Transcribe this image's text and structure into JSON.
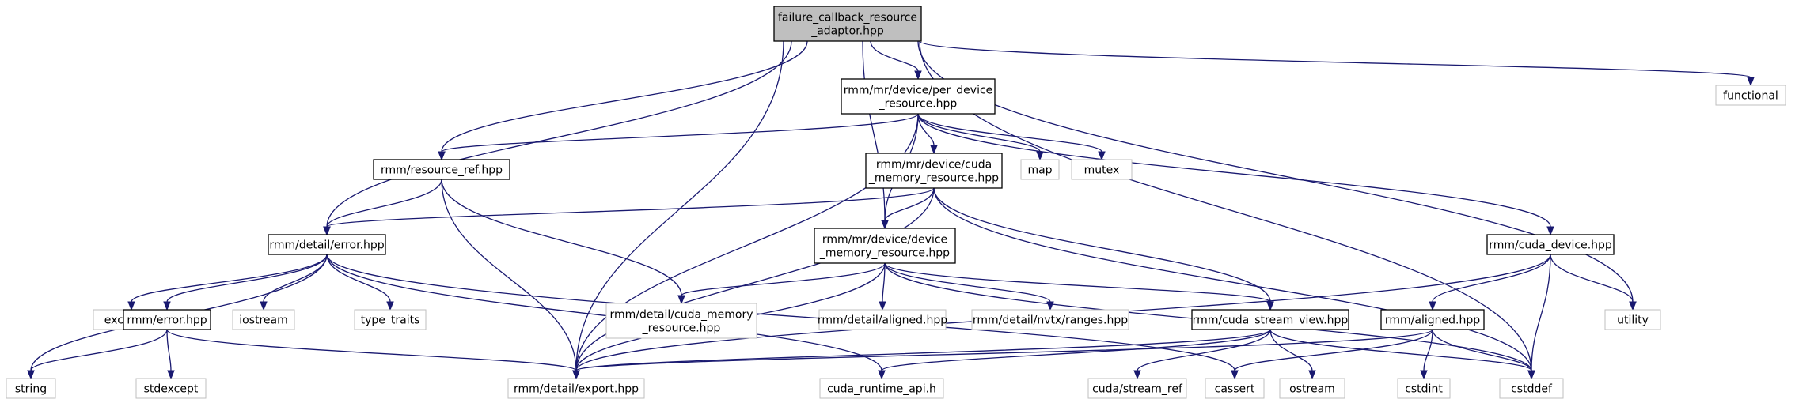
{
  "diagram_type": "include-dependency-graph",
  "colors": {
    "edge": "#191970",
    "root_fill": "#bfbfbf",
    "local_border": "#000000",
    "system_border": "#bfbfbf",
    "background": "#ffffff"
  },
  "nodes": [
    {
      "id": "root",
      "kind": "root",
      "lines": [
        "failure_callback_resource",
        "_adaptor.hpp"
      ]
    },
    {
      "id": "functional",
      "kind": "system",
      "lines": [
        "functional"
      ]
    },
    {
      "id": "per_device",
      "kind": "local",
      "lines": [
        "rmm/mr/device/per_device",
        "_resource.hpp"
      ]
    },
    {
      "id": "resource_ref",
      "kind": "local",
      "lines": [
        "rmm/resource_ref.hpp"
      ]
    },
    {
      "id": "map",
      "kind": "system",
      "lines": [
        "map"
      ]
    },
    {
      "id": "mutex",
      "kind": "system",
      "lines": [
        "mutex"
      ]
    },
    {
      "id": "cuda_mr",
      "kind": "local",
      "lines": [
        "rmm/mr/device/cuda",
        "_memory_resource.hpp"
      ]
    },
    {
      "id": "detail_error",
      "kind": "local",
      "lines": [
        "rmm/detail/error.hpp"
      ]
    },
    {
      "id": "device_mr",
      "kind": "local",
      "lines": [
        "rmm/mr/device/device",
        "_memory_resource.hpp"
      ]
    },
    {
      "id": "cuda_device",
      "kind": "local",
      "lines": [
        "rmm/cuda_device.hpp"
      ]
    },
    {
      "id": "exception",
      "kind": "system",
      "lines": [
        "exception"
      ]
    },
    {
      "id": "rmm_error",
      "kind": "local",
      "lines": [
        "rmm/error.hpp"
      ]
    },
    {
      "id": "iostream",
      "kind": "system",
      "lines": [
        "iostream"
      ]
    },
    {
      "id": "type_traits",
      "kind": "system",
      "lines": [
        "type_traits"
      ]
    },
    {
      "id": "detail_cuda_mr",
      "kind": "system",
      "lines": [
        "rmm/detail/cuda_memory",
        "_resource.hpp"
      ]
    },
    {
      "id": "detail_aligned",
      "kind": "system",
      "lines": [
        "rmm/detail/aligned.hpp"
      ]
    },
    {
      "id": "nvtx_ranges",
      "kind": "system",
      "lines": [
        "rmm/detail/nvtx/ranges.hpp"
      ]
    },
    {
      "id": "stream_view",
      "kind": "local",
      "lines": [
        "rmm/cuda_stream_view.hpp"
      ]
    },
    {
      "id": "aligned",
      "kind": "local",
      "lines": [
        "rmm/aligned.hpp"
      ]
    },
    {
      "id": "utility",
      "kind": "system",
      "lines": [
        "utility"
      ]
    },
    {
      "id": "string",
      "kind": "system",
      "lines": [
        "string"
      ]
    },
    {
      "id": "stdexcept",
      "kind": "system",
      "lines": [
        "stdexcept"
      ]
    },
    {
      "id": "export",
      "kind": "system",
      "lines": [
        "rmm/detail/export.hpp"
      ]
    },
    {
      "id": "cuda_runtime",
      "kind": "system",
      "lines": [
        "cuda_runtime_api.h"
      ]
    },
    {
      "id": "stream_ref",
      "kind": "system",
      "lines": [
        "cuda/stream_ref"
      ]
    },
    {
      "id": "cassert",
      "kind": "system",
      "lines": [
        "cassert"
      ]
    },
    {
      "id": "ostream",
      "kind": "system",
      "lines": [
        "ostream"
      ]
    },
    {
      "id": "cstdint",
      "kind": "system",
      "lines": [
        "cstdint"
      ]
    },
    {
      "id": "cstddef",
      "kind": "system",
      "lines": [
        "cstddef"
      ]
    }
  ],
  "edges": [
    [
      "root",
      "per_device"
    ],
    [
      "root",
      "resource_ref"
    ],
    [
      "root",
      "detail_error"
    ],
    [
      "root",
      "device_mr"
    ],
    [
      "root",
      "functional"
    ],
    [
      "root",
      "utility"
    ],
    [
      "root",
      "cstddef"
    ],
    [
      "root",
      "export"
    ],
    [
      "per_device",
      "resource_ref"
    ],
    [
      "per_device",
      "map"
    ],
    [
      "per_device",
      "mutex"
    ],
    [
      "per_device",
      "cuda_mr"
    ],
    [
      "per_device",
      "device_mr"
    ],
    [
      "per_device",
      "cuda_device"
    ],
    [
      "per_device",
      "export"
    ],
    [
      "resource_ref",
      "detail_error"
    ],
    [
      "resource_ref",
      "detail_cuda_mr"
    ],
    [
      "resource_ref",
      "export"
    ],
    [
      "cuda_mr",
      "detail_error"
    ],
    [
      "cuda_mr",
      "device_mr"
    ],
    [
      "cuda_mr",
      "stream_view"
    ],
    [
      "cuda_mr",
      "cstddef"
    ],
    [
      "cuda_mr",
      "export"
    ],
    [
      "detail_error",
      "exception"
    ],
    [
      "detail_error",
      "rmm_error"
    ],
    [
      "detail_error",
      "iostream"
    ],
    [
      "detail_error",
      "type_traits"
    ],
    [
      "detail_error",
      "string"
    ],
    [
      "detail_error",
      "cassert"
    ],
    [
      "detail_error",
      "cuda_runtime"
    ],
    [
      "device_mr",
      "detail_cuda_mr"
    ],
    [
      "device_mr",
      "detail_aligned"
    ],
    [
      "device_mr",
      "nvtx_ranges"
    ],
    [
      "device_mr",
      "stream_view"
    ],
    [
      "device_mr",
      "export"
    ],
    [
      "device_mr",
      "cstddef"
    ],
    [
      "cuda_device",
      "aligned"
    ],
    [
      "cuda_device",
      "utility"
    ],
    [
      "cuda_device",
      "cstddef"
    ],
    [
      "cuda_device",
      "export"
    ],
    [
      "rmm_error",
      "string"
    ],
    [
      "rmm_error",
      "stdexcept"
    ],
    [
      "rmm_error",
      "export"
    ],
    [
      "stream_view",
      "stream_ref"
    ],
    [
      "stream_view",
      "ostream"
    ],
    [
      "stream_view",
      "cuda_runtime"
    ],
    [
      "stream_view",
      "cstddef"
    ],
    [
      "stream_view",
      "export"
    ],
    [
      "aligned",
      "cassert"
    ],
    [
      "aligned",
      "cstdint"
    ],
    [
      "aligned",
      "cstddef"
    ],
    [
      "aligned",
      "export"
    ]
  ]
}
